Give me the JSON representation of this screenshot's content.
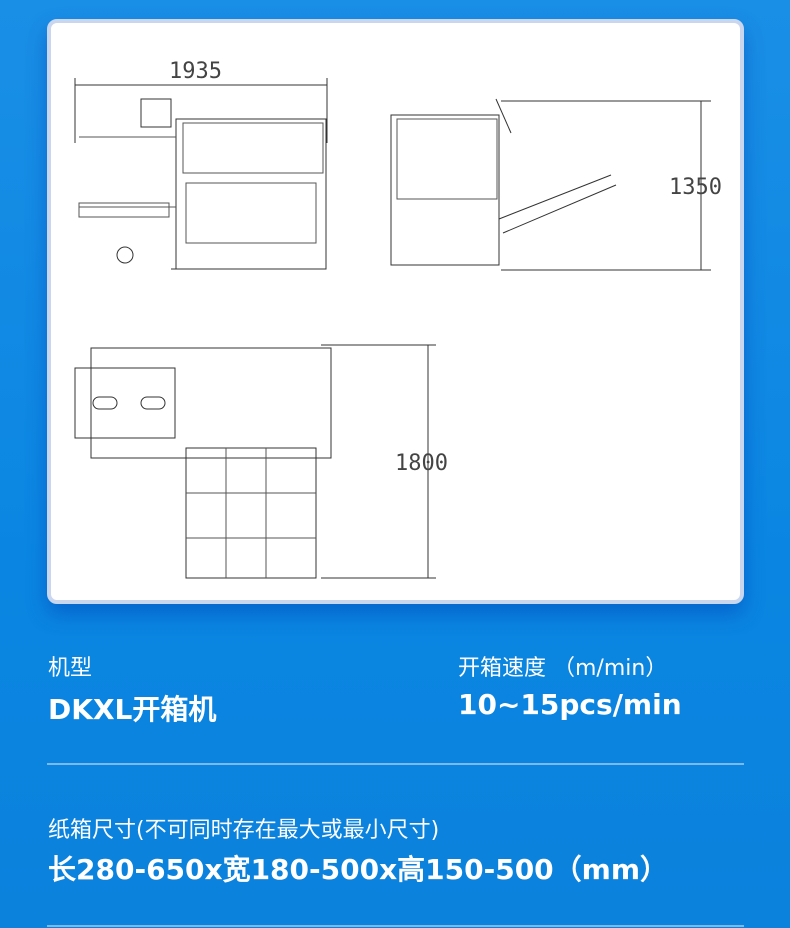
{
  "drawing": {
    "dim_width": "1935",
    "dim_height": "1350",
    "dim_depth": "1800"
  },
  "specs": {
    "model_label": "机型",
    "model_value": "DKXL开箱机",
    "speed_label": "开箱速度 （m/min）",
    "speed_value": "10~15pcs/min",
    "size_label": "纸箱尺寸(不可同时存在最大或最小尺寸)",
    "size_value": "长280-650x宽180-500x高150-500（mm）"
  }
}
